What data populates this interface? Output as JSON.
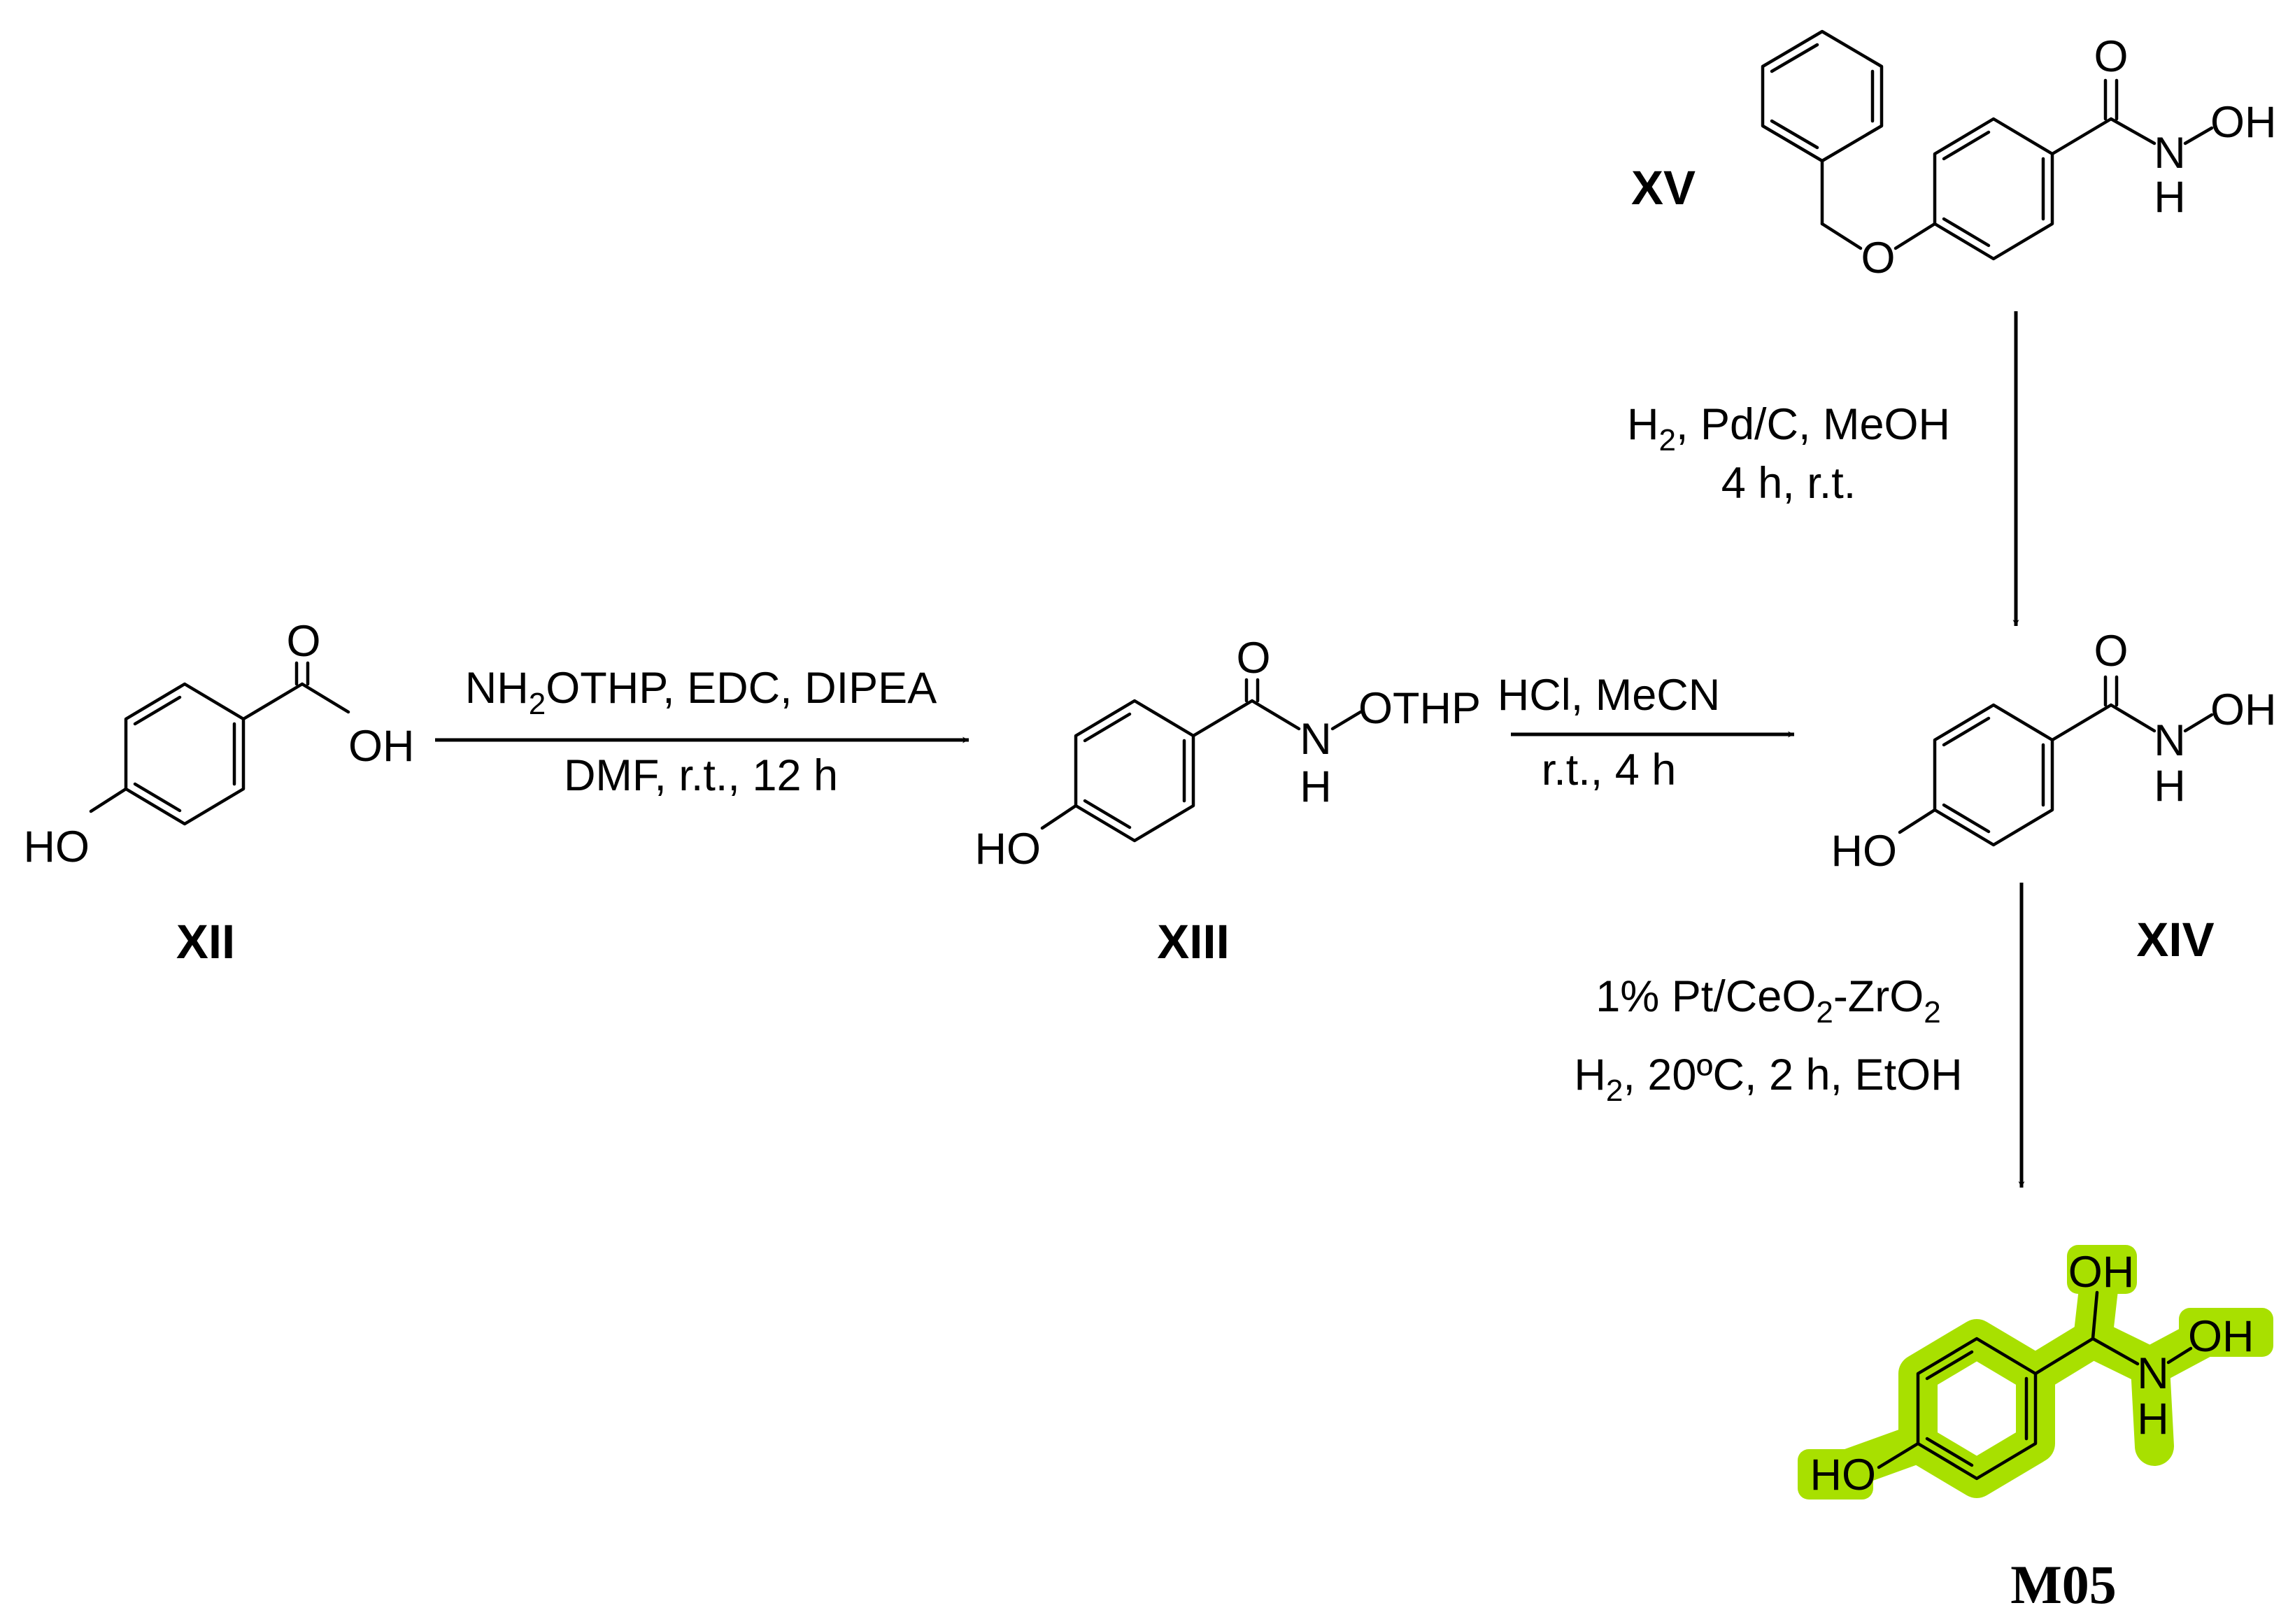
{
  "compounds": {
    "XII": {
      "label": "XII",
      "atoms": {
        "carbonyl_o": "O",
        "acid_oh": "OH",
        "phenol": "HO"
      }
    },
    "XIII": {
      "label": "XIII",
      "atoms": {
        "carbonyl_o": "O",
        "n": "N",
        "nh": "H",
        "othp": "OTHP",
        "phenol": "HO"
      }
    },
    "XIV": {
      "label": "XIV",
      "atoms": {
        "carbonyl_o": "O",
        "n": "N",
        "nh": "H",
        "oh": "OH",
        "phenol": "HO"
      }
    },
    "XV": {
      "label": "XV",
      "atoms": {
        "carbonyl_o": "O",
        "n": "N",
        "nh": "H",
        "oh": "OH",
        "ether_o": "O"
      }
    },
    "M05": {
      "label": "M05",
      "atoms": {
        "c_oh": "OH",
        "n": "N",
        "nh": "H",
        "n_oh": "OH",
        "phenol": "HO"
      }
    }
  },
  "reactions": {
    "r1": {
      "above_pre": "NH",
      "above_sub": "2",
      "above_post": "OTHP, EDC, DIPEA",
      "below": "DMF, r.t., 12 h"
    },
    "r2": {
      "above": "HCl, MeCN",
      "below": "r.t., 4 h"
    },
    "r3": {
      "line1_pre": "H",
      "line1_sub": "2",
      "line1_post": ", Pd/C, MeOH",
      "line2": "4 h, r.t."
    },
    "r4": {
      "line1_pre": "1% Pt/CeO",
      "line1_sub1": "2",
      "line1_mid": "-ZrO",
      "line1_sub2": "2",
      "line2_pre": "H",
      "line2_sub": "2",
      "line2_post": ", 20ºC, 2 h, EtOH"
    }
  },
  "colors": {
    "highlight": "#a8e000",
    "ink": "#000000",
    "background": "#ffffff"
  }
}
